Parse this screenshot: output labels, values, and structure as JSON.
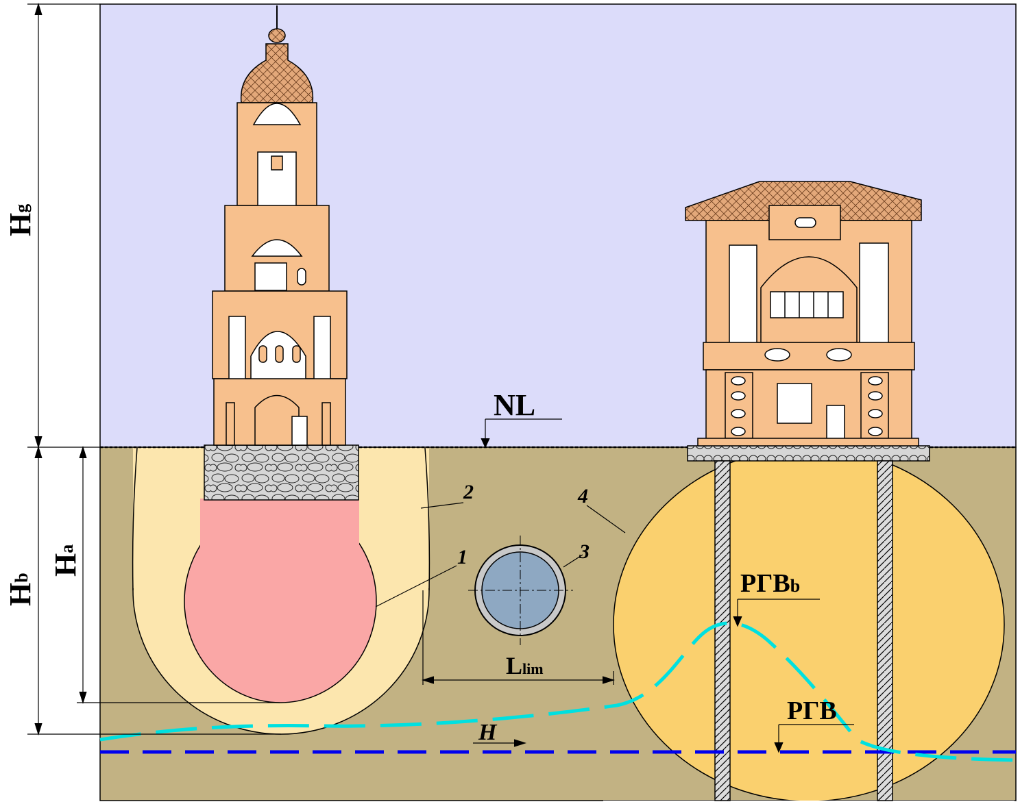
{
  "diagram": {
    "labels": {
      "hg": "H",
      "hg_sub": "g",
      "hb": "H",
      "hb_sub": "b",
      "ha": "H",
      "ha_sub": "a",
      "nl": "NL",
      "llim": "L",
      "llim_sub": "lim",
      "rgv_b": "РГВ",
      "rgv_b_sub": "b",
      "rgv": "РГВ",
      "h_flow": "H"
    },
    "callouts": [
      "1",
      "2",
      "3",
      "4"
    ],
    "colors": {
      "sky": "#dcdcfa",
      "soil": "#c2b283",
      "zone_outer": "#fce6ae",
      "zone_inner": "#faa7a6",
      "pile_zone": "#fad06e",
      "building": "#f7c08d",
      "roof": "#e3a87a",
      "rubble": "#d6d6d6",
      "pipe_fill": "#8ea8c2",
      "pipe_ring": "#c9c9c9",
      "water_cyan": "#00e0e0",
      "water_blue": "#0000ee"
    }
  }
}
